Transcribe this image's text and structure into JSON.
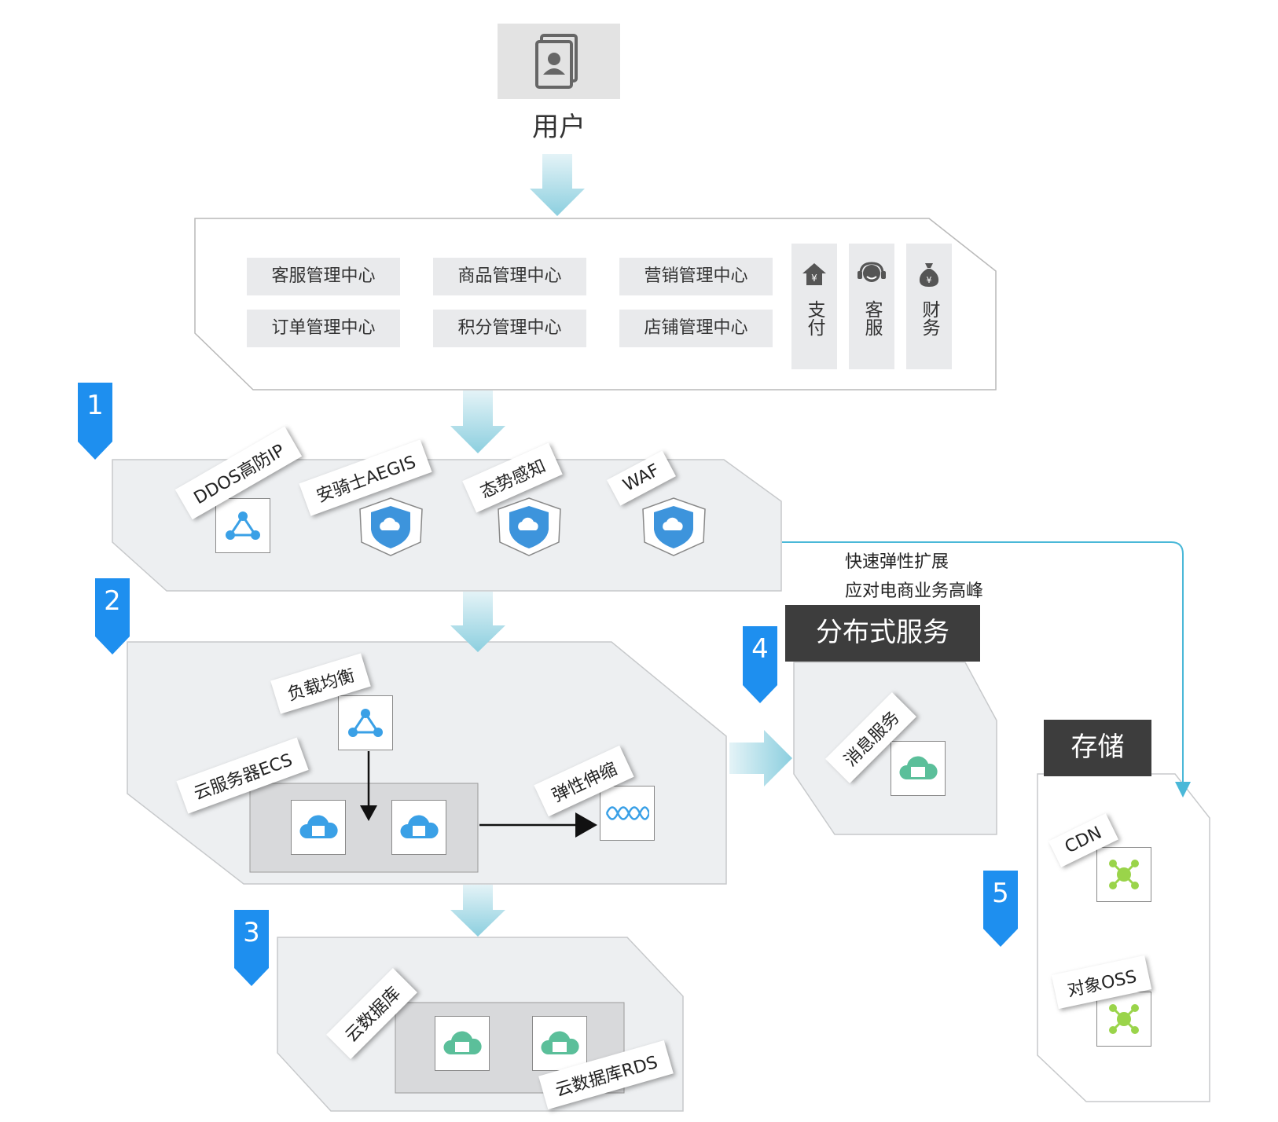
{
  "user": {
    "label": "用户",
    "icon": "user-card-icon"
  },
  "business": {
    "modules": [
      "客服管理中心",
      "商品管理中心",
      "营销管理中心",
      "订单管理中心",
      "积分管理中心",
      "店铺管理中心"
    ],
    "services": [
      {
        "label": "支付",
        "icon": "payment-house-icon"
      },
      {
        "label": "客服",
        "icon": "customer-service-icon"
      },
      {
        "label": "财务",
        "icon": "money-bag-icon"
      }
    ]
  },
  "steps": [
    "1",
    "2",
    "3",
    "4",
    "5"
  ],
  "security": {
    "tags": [
      "DDOS高防IP",
      "安骑士AEGIS",
      "态势感知",
      "WAF"
    ]
  },
  "compute": {
    "load_balancer": "负载均衡",
    "ecs": "云服务器ECS",
    "autoscaling": "弹性伸缩"
  },
  "database": {
    "cloud_db": "云数据库",
    "rds": "云数据库RDS"
  },
  "annotation": {
    "line1": "快速弹性扩展",
    "line2": "应对电商业务高峰"
  },
  "distributed": {
    "title": "分布式服务",
    "message_service": "消息服务"
  },
  "storage": {
    "title": "存储",
    "cdn": "CDN",
    "oss": "对象OSS"
  },
  "colors": {
    "step_blue": "#1e8fef",
    "icon_blue": "#3aa0e6",
    "db_green": "#5bbf9a",
    "node_green": "#9ad44a",
    "link_cyan": "#4ab8d8"
  }
}
